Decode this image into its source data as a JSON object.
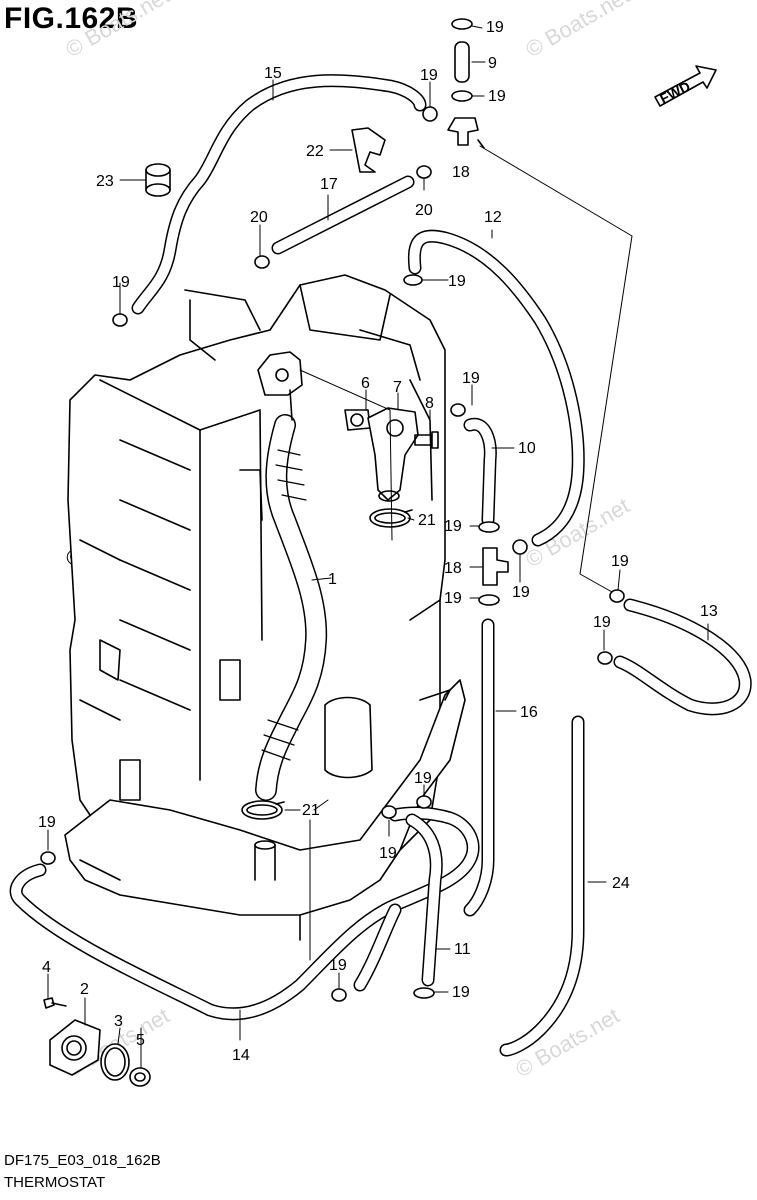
{
  "figure": {
    "title": "FIG.162B",
    "model_code": "DF175_E03_018_162B",
    "section_name": "THERMOSTAT",
    "direction_badge": "FWD"
  },
  "watermarks": {
    "text": "© Boats.net"
  },
  "part_callouts": [
    {
      "id": "c1",
      "label": "1"
    },
    {
      "id": "c2",
      "label": "2"
    },
    {
      "id": "c3",
      "label": "3"
    },
    {
      "id": "c4",
      "label": "4"
    },
    {
      "id": "c5",
      "label": "5"
    },
    {
      "id": "c6",
      "label": "6"
    },
    {
      "id": "c7",
      "label": "7"
    },
    {
      "id": "c8",
      "label": "8"
    },
    {
      "id": "c9",
      "label": "9"
    },
    {
      "id": "c10",
      "label": "10"
    },
    {
      "id": "c11",
      "label": "11"
    },
    {
      "id": "c12",
      "label": "12"
    },
    {
      "id": "c13",
      "label": "13"
    },
    {
      "id": "c14",
      "label": "14"
    },
    {
      "id": "c15",
      "label": "15"
    },
    {
      "id": "c16",
      "label": "16"
    },
    {
      "id": "c17",
      "label": "17"
    },
    {
      "id": "c18a",
      "label": "18"
    },
    {
      "id": "c18b",
      "label": "18"
    },
    {
      "id": "c19a",
      "label": "19"
    },
    {
      "id": "c19b",
      "label": "19"
    },
    {
      "id": "c19c",
      "label": "19"
    },
    {
      "id": "c19d",
      "label": "19"
    },
    {
      "id": "c19e",
      "label": "19"
    },
    {
      "id": "c19f",
      "label": "19"
    },
    {
      "id": "c19g",
      "label": "19"
    },
    {
      "id": "c19h",
      "label": "19"
    },
    {
      "id": "c19i",
      "label": "19"
    },
    {
      "id": "c19j",
      "label": "19"
    },
    {
      "id": "c19k",
      "label": "19"
    },
    {
      "id": "c19l",
      "label": "19"
    },
    {
      "id": "c19m",
      "label": "19"
    },
    {
      "id": "c19n",
      "label": "19"
    },
    {
      "id": "c19o",
      "label": "19"
    },
    {
      "id": "c19p",
      "label": "19"
    },
    {
      "id": "c20a",
      "label": "20"
    },
    {
      "id": "c20b",
      "label": "20"
    },
    {
      "id": "c21a",
      "label": "21"
    },
    {
      "id": "c21b",
      "label": "21"
    },
    {
      "id": "c22",
      "label": "22"
    },
    {
      "id": "c23",
      "label": "23"
    },
    {
      "id": "c24",
      "label": "24"
    }
  ]
}
